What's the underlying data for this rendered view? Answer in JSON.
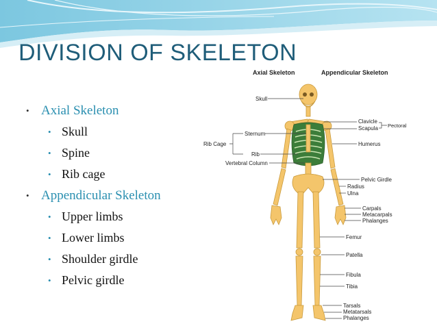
{
  "slide": {
    "title": "DIVISION OF SKELETON",
    "colors": {
      "title": "#1f5d79",
      "heading": "#2a8fb0",
      "banner": "#8ed0e6",
      "bone": "#f4c56b",
      "ribs": "#3c7d3a"
    },
    "outline": [
      {
        "heading": "Axial Skeleton",
        "items": [
          "Skull",
          "Spine",
          "Rib cage"
        ]
      },
      {
        "heading": "Appendicular Skeleton",
        "items": [
          "Upper limbs",
          "Lower limbs",
          "Shoulder girdle",
          "Pelvic girdle"
        ]
      }
    ]
  },
  "figure": {
    "headers": {
      "axial": "Axial Skeleton",
      "appendicular": "Appendicular Skeleton"
    },
    "labels": {
      "skull": "Skull",
      "rib_cage": "Rib Cage",
      "sternum": "Sternum",
      "rib": "Rib",
      "vertebral_column": "Vertebral Column",
      "clavicle": "Clavicle",
      "scapula": "Scapula",
      "pectoral_girdle": "Pectoral Girdle",
      "humerus": "Humerus",
      "pelvic_girdle": "Pelvic Girdle",
      "radius": "Radius",
      "ulna": "Ulna",
      "carpals": "Carpals",
      "metacarpals": "Metacarpals",
      "phalanges_hand": "Phalanges",
      "femur": "Femur",
      "patella": "Patella",
      "fibula": "Fibula",
      "tibia": "Tibia",
      "tarsals": "Tarsals",
      "metatarsals": "Metatarsals",
      "phalanges_foot": "Phalanges"
    }
  }
}
